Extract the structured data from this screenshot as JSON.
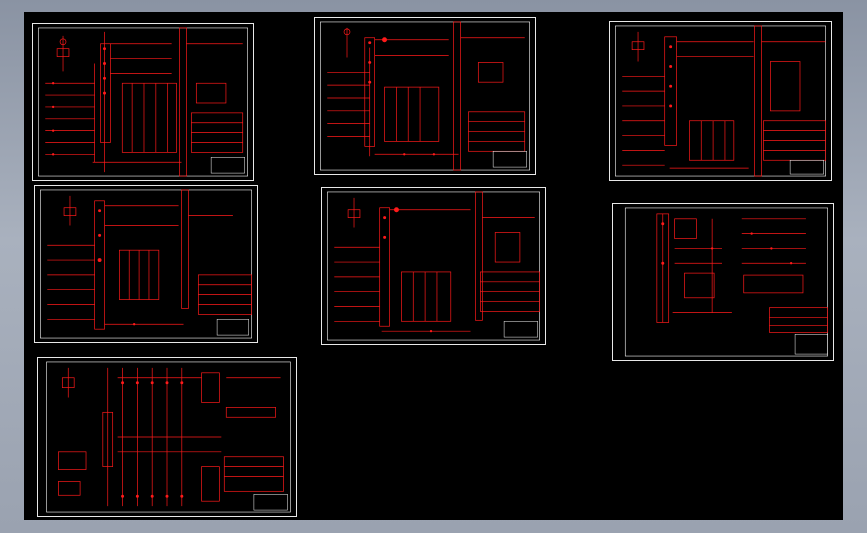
{
  "viewport": {
    "background": "#000000",
    "frame_gradient": [
      "#8a93a3",
      "#a9b1be"
    ]
  },
  "colors": {
    "wire": "#ff1a1a",
    "frame": "#ffffff",
    "label": "#ff3030"
  },
  "sheets": [
    {
      "id": "sheet-1"
    },
    {
      "id": "sheet-2"
    },
    {
      "id": "sheet-3"
    },
    {
      "id": "sheet-4"
    },
    {
      "id": "sheet-5"
    },
    {
      "id": "sheet-6"
    },
    {
      "id": "sheet-7"
    }
  ]
}
